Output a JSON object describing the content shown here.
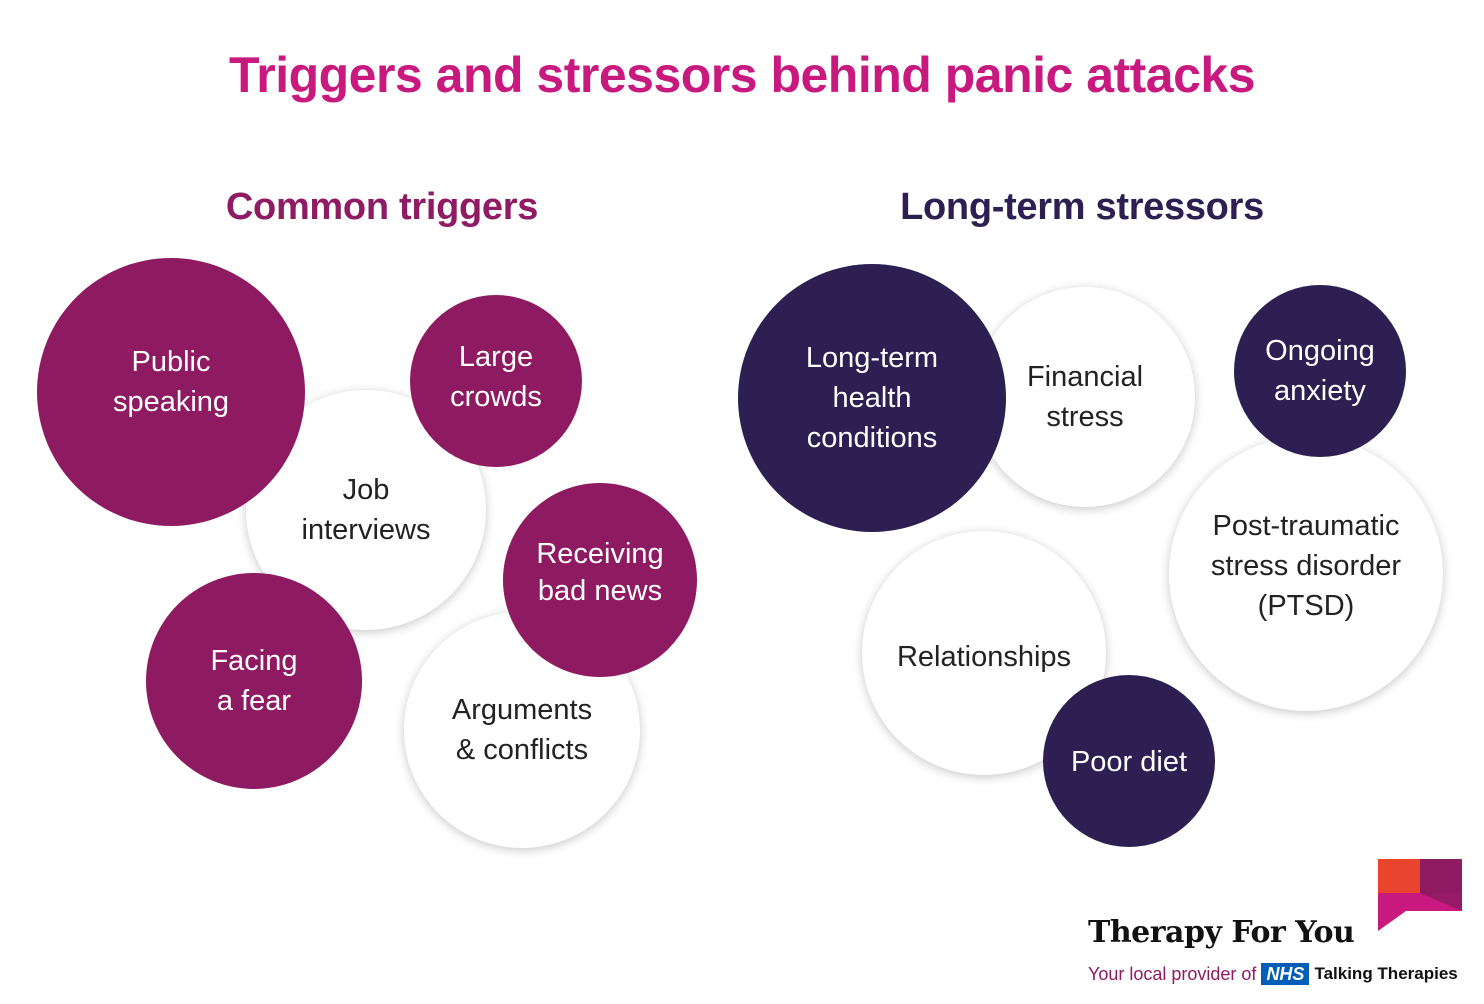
{
  "title": "Triggers and stressors behind panic attacks",
  "sections": {
    "triggers": {
      "heading": "Common triggers",
      "bubbles": [
        {
          "label": "Public\nspeaking"
        },
        {
          "label": "Job\ninterviews"
        },
        {
          "label": "Large\ncrowds"
        },
        {
          "label": "Receiving\nbad news"
        },
        {
          "label": "Facing\na fear"
        },
        {
          "label": "Arguments\n& conflicts"
        }
      ]
    },
    "stressors": {
      "heading": "Long-term stressors",
      "bubbles": [
        {
          "label": "Long-term\nhealth\nconditions"
        },
        {
          "label": "Financial\nstress"
        },
        {
          "label": "Ongoing\nanxiety"
        },
        {
          "label": "Post-traumatic\nstress disorder\n(PTSD)"
        },
        {
          "label": "Relationships"
        },
        {
          "label": "Poor diet"
        }
      ]
    }
  },
  "colors": {
    "title": "#c8197f",
    "triggers_accent": "#8e1b62",
    "stressors_accent": "#2d1f52",
    "nhs_blue": "#005eb8"
  },
  "branding": {
    "name": "Therapy For You",
    "tagline": "Your local provider of",
    "nhs": "NHS",
    "service": "Talking Therapies"
  }
}
